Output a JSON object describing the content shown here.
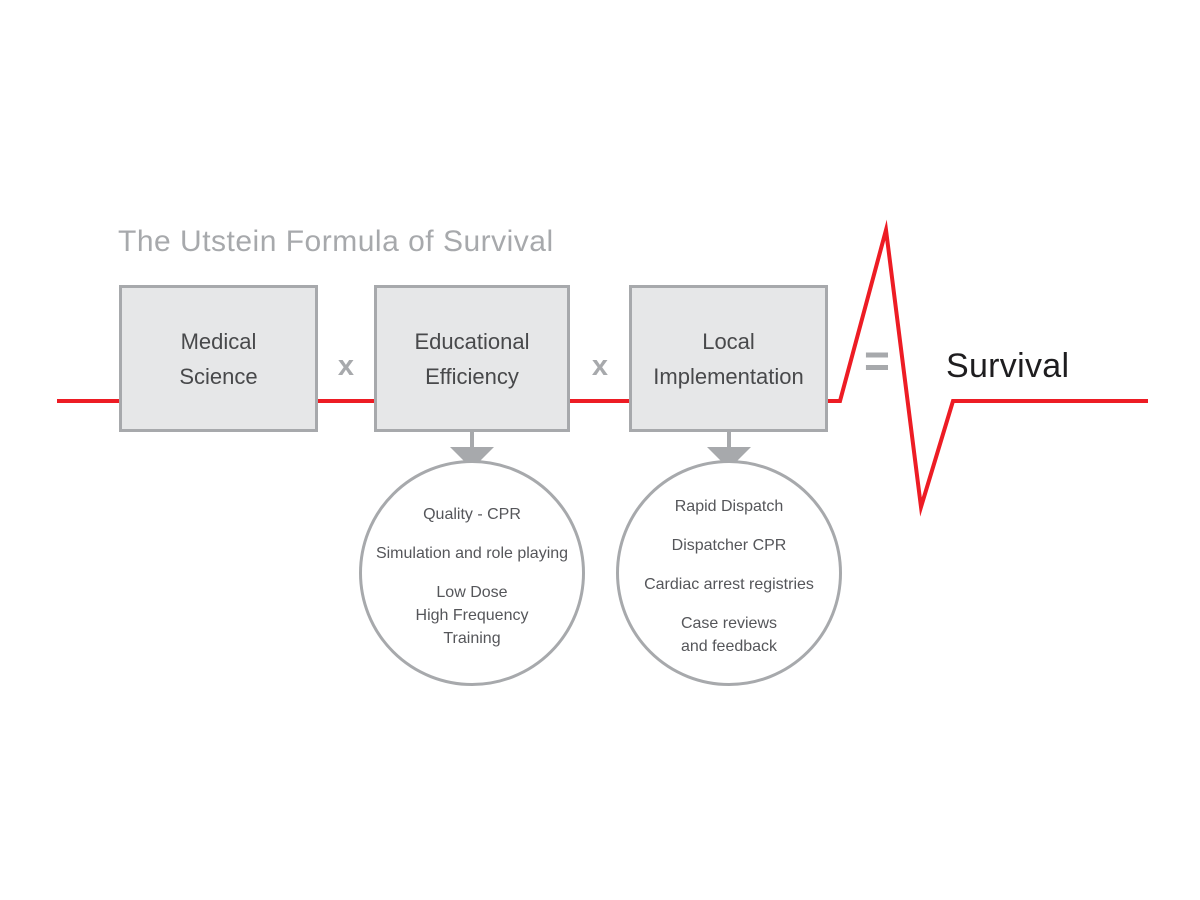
{
  "title": "The Utstein Formula of Survival",
  "colors": {
    "heartbeat_red": "#ed1c24",
    "diagram_gray": "#a7a9ac",
    "box_fill": "#e6e7e8",
    "box_text": "#48494b",
    "result_text": "#1e1d1f"
  },
  "formula": {
    "boxes": [
      {
        "lines": [
          "Medical",
          "Science"
        ]
      },
      {
        "lines": [
          "Educational",
          "Efficiency"
        ]
      },
      {
        "lines": [
          "Local",
          "Implementation"
        ]
      }
    ],
    "operator_multiply": "x",
    "operator_equals": "=",
    "result": "Survival"
  },
  "circles": [
    {
      "items": [
        [
          "Quality - CPR"
        ],
        [
          "Simulation and role playing"
        ],
        [
          "Low Dose",
          "High Frequency",
          "Training"
        ]
      ]
    },
    {
      "items": [
        [
          "Rapid Dispatch"
        ],
        [
          "Dispatcher CPR"
        ],
        [
          "Cardiac arrest registries"
        ],
        [
          "Case reviews",
          "and feedback"
        ]
      ]
    }
  ]
}
